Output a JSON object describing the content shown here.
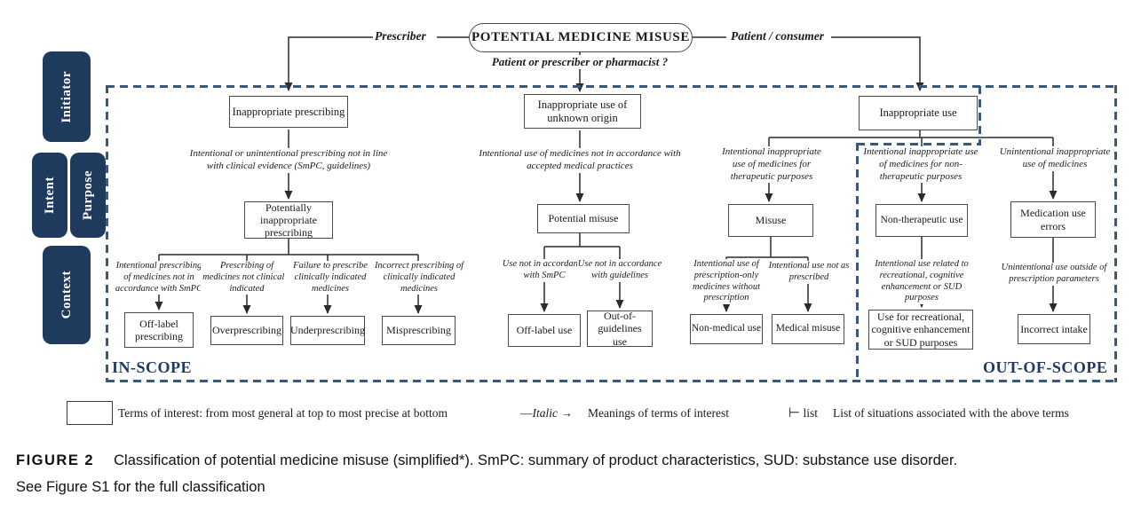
{
  "title_oval": "POTENTIAL MEDICINE MISUSE",
  "top": {
    "left_branch": "Prescriber",
    "right_branch": "Patient / consumer",
    "question": "Patient or prescriber or pharmacist ?"
  },
  "axis": {
    "initiator": "Initiator",
    "intent": "Intent",
    "purpose": "Purpose",
    "context": "Context"
  },
  "scope": {
    "in_label": "IN-SCOPE",
    "out_label": "OUT-OF-SCOPE"
  },
  "columns": {
    "prescriber": {
      "root": "Inappropriate prescribing",
      "intent": "Intentional or unintentional prescribing not in line with clinical evidence (SmPC, guidelines)",
      "purpose": "Potentially inappropriate prescribing",
      "contexts": [
        {
          "desc": "Intentional prescribing of medicines not in accordance with SmPC",
          "term": "Off-label prescribing"
        },
        {
          "desc": "Prescribing of medicines not clinically indicated",
          "term": "Overprescribing"
        },
        {
          "desc": "Failure to prescribe clinically indicated medicines",
          "term": "Underprescribing"
        },
        {
          "desc": "Incorrect prescribing of clinically indicated medicines",
          "term": "Misprescribing"
        }
      ]
    },
    "unknown": {
      "root": "Inappropriate use of unknown origin",
      "intent": "Intentional use of medicines not in accordance with accepted medical practices",
      "purpose": "Potential misuse",
      "contexts": [
        {
          "desc": "Use not in accordance with SmPC",
          "term": "Off-label use"
        },
        {
          "desc": "Use not in accordance with guidelines",
          "term": "Out-of-guidelines use"
        }
      ]
    },
    "patient": {
      "root": "Inappropriate use",
      "branches": [
        {
          "intent": "Intentional inappropriate use of medicines for therapeutic purposes",
          "purpose": "Misuse",
          "contexts": [
            {
              "desc": "Intentional use of prescription-only medicines without prescription",
              "term": "Non-medical use"
            },
            {
              "desc": "Intentional use not as prescribed",
              "term": "Medical misuse"
            }
          ]
        },
        {
          "intent": "Intentional inappropriate use of medicines for non-therapeutic purposes",
          "purpose": "Non-therapeutic use",
          "contexts": [
            {
              "desc": "Intentional use related to recreational, cognitive enhancement or SUD purposes",
              "term": "Use for recreational, cognitive enhancement or SUD purposes"
            }
          ]
        },
        {
          "intent": "Unintentional inappropriate use of medicines",
          "purpose": "Medication use errors",
          "contexts": [
            {
              "desc": "Unintentional use outside of prescription parameters",
              "term": "Incorrect intake"
            }
          ]
        }
      ]
    }
  },
  "legend": {
    "dash": "—",
    "arrow": "→",
    "tick": "⊢",
    "box_label": "Terms of interest: from most general at top to most precise at bottom",
    "italic_symbol": "Italic",
    "italic_label": "Meanings of terms of interest",
    "list_symbol": "list",
    "list_label": "List of situations associated with the above terms"
  },
  "caption": {
    "tag": "FIGURE 2",
    "line1": "Classification of potential medicine misuse (simplified*). SmPC: summary of product characteristics, SUD: substance use disorder.",
    "line2": "See Figure S1 for the full classification"
  },
  "colors": {
    "navy_pill": "#1e3a5c",
    "dash_border": "#3a577c",
    "scope_text": "#1f3864",
    "line": "#2b2b2b"
  }
}
